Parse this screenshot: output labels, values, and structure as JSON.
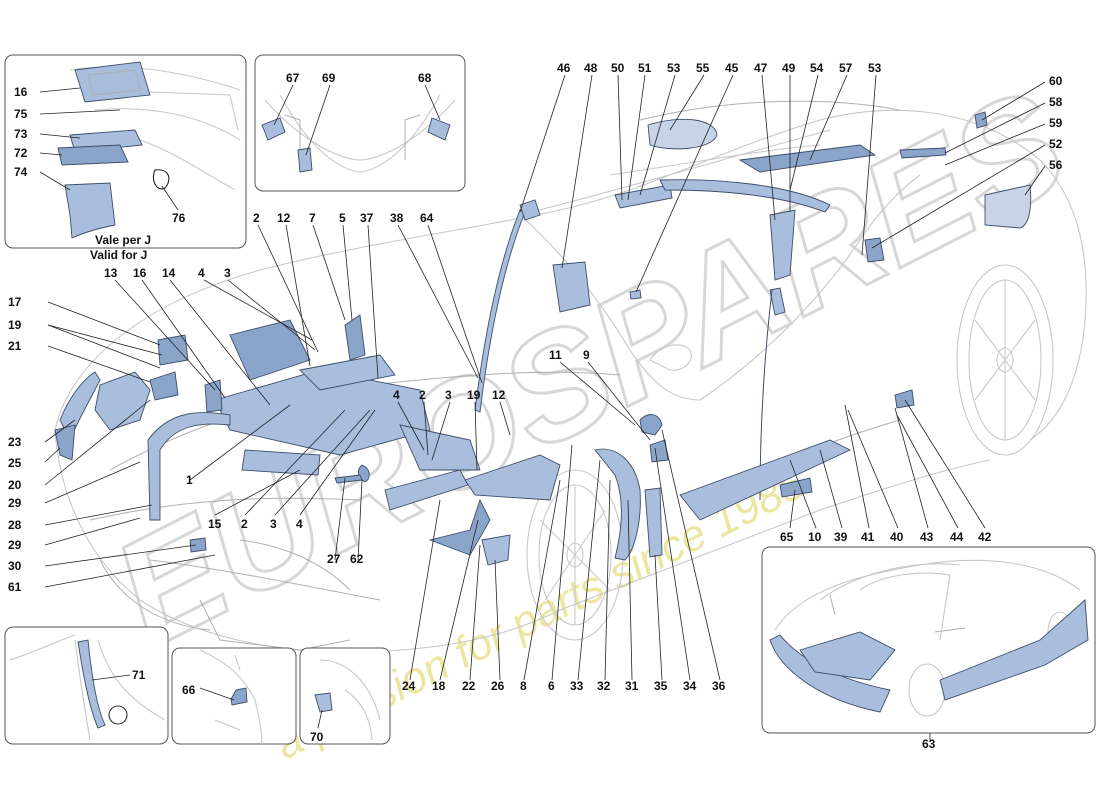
{
  "watermark": {
    "brand": "EUROSPARES",
    "tagline": "a passion for parts since 1985"
  },
  "inset_top_left": {
    "caption_it": "Vale per J",
    "caption_en": "Valid for J",
    "labels": [
      "16",
      "75",
      "73",
      "72",
      "74",
      "76"
    ]
  },
  "inset_top_center": {
    "labels": [
      "67",
      "69",
      "68"
    ]
  },
  "inset_bottom_right": {
    "labels": [
      "63"
    ]
  },
  "inset_bottom_1": {
    "labels": [
      "71"
    ]
  },
  "inset_bottom_2": {
    "labels": [
      "66"
    ]
  },
  "inset_bottom_3": {
    "labels": [
      "70"
    ]
  },
  "main_labels": {
    "top_row": [
      "46",
      "48",
      "50",
      "51",
      "53",
      "55",
      "45",
      "47",
      "49",
      "54",
      "57",
      "53"
    ],
    "right_col": [
      "60",
      "58",
      "59",
      "52",
      "56"
    ],
    "left_col": [
      "17",
      "19",
      "21",
      "23",
      "25",
      "20",
      "29",
      "28",
      "29",
      "30",
      "61"
    ],
    "upper_mid": [
      "13",
      "16",
      "14",
      "4",
      "3",
      "2",
      "12",
      "7",
      "5",
      "37",
      "38",
      "64"
    ],
    "mid": [
      "11",
      "9",
      "4",
      "2",
      "3",
      "19",
      "12",
      "1",
      "15",
      "2",
      "3",
      "4",
      "27",
      "62"
    ],
    "bottom_row": [
      "24",
      "18",
      "22",
      "26",
      "8",
      "6",
      "33",
      "32",
      "31",
      "35",
      "34",
      "36"
    ],
    "lower_right": [
      "65",
      "10",
      "39",
      "41",
      "40",
      "43",
      "44",
      "42"
    ]
  }
}
